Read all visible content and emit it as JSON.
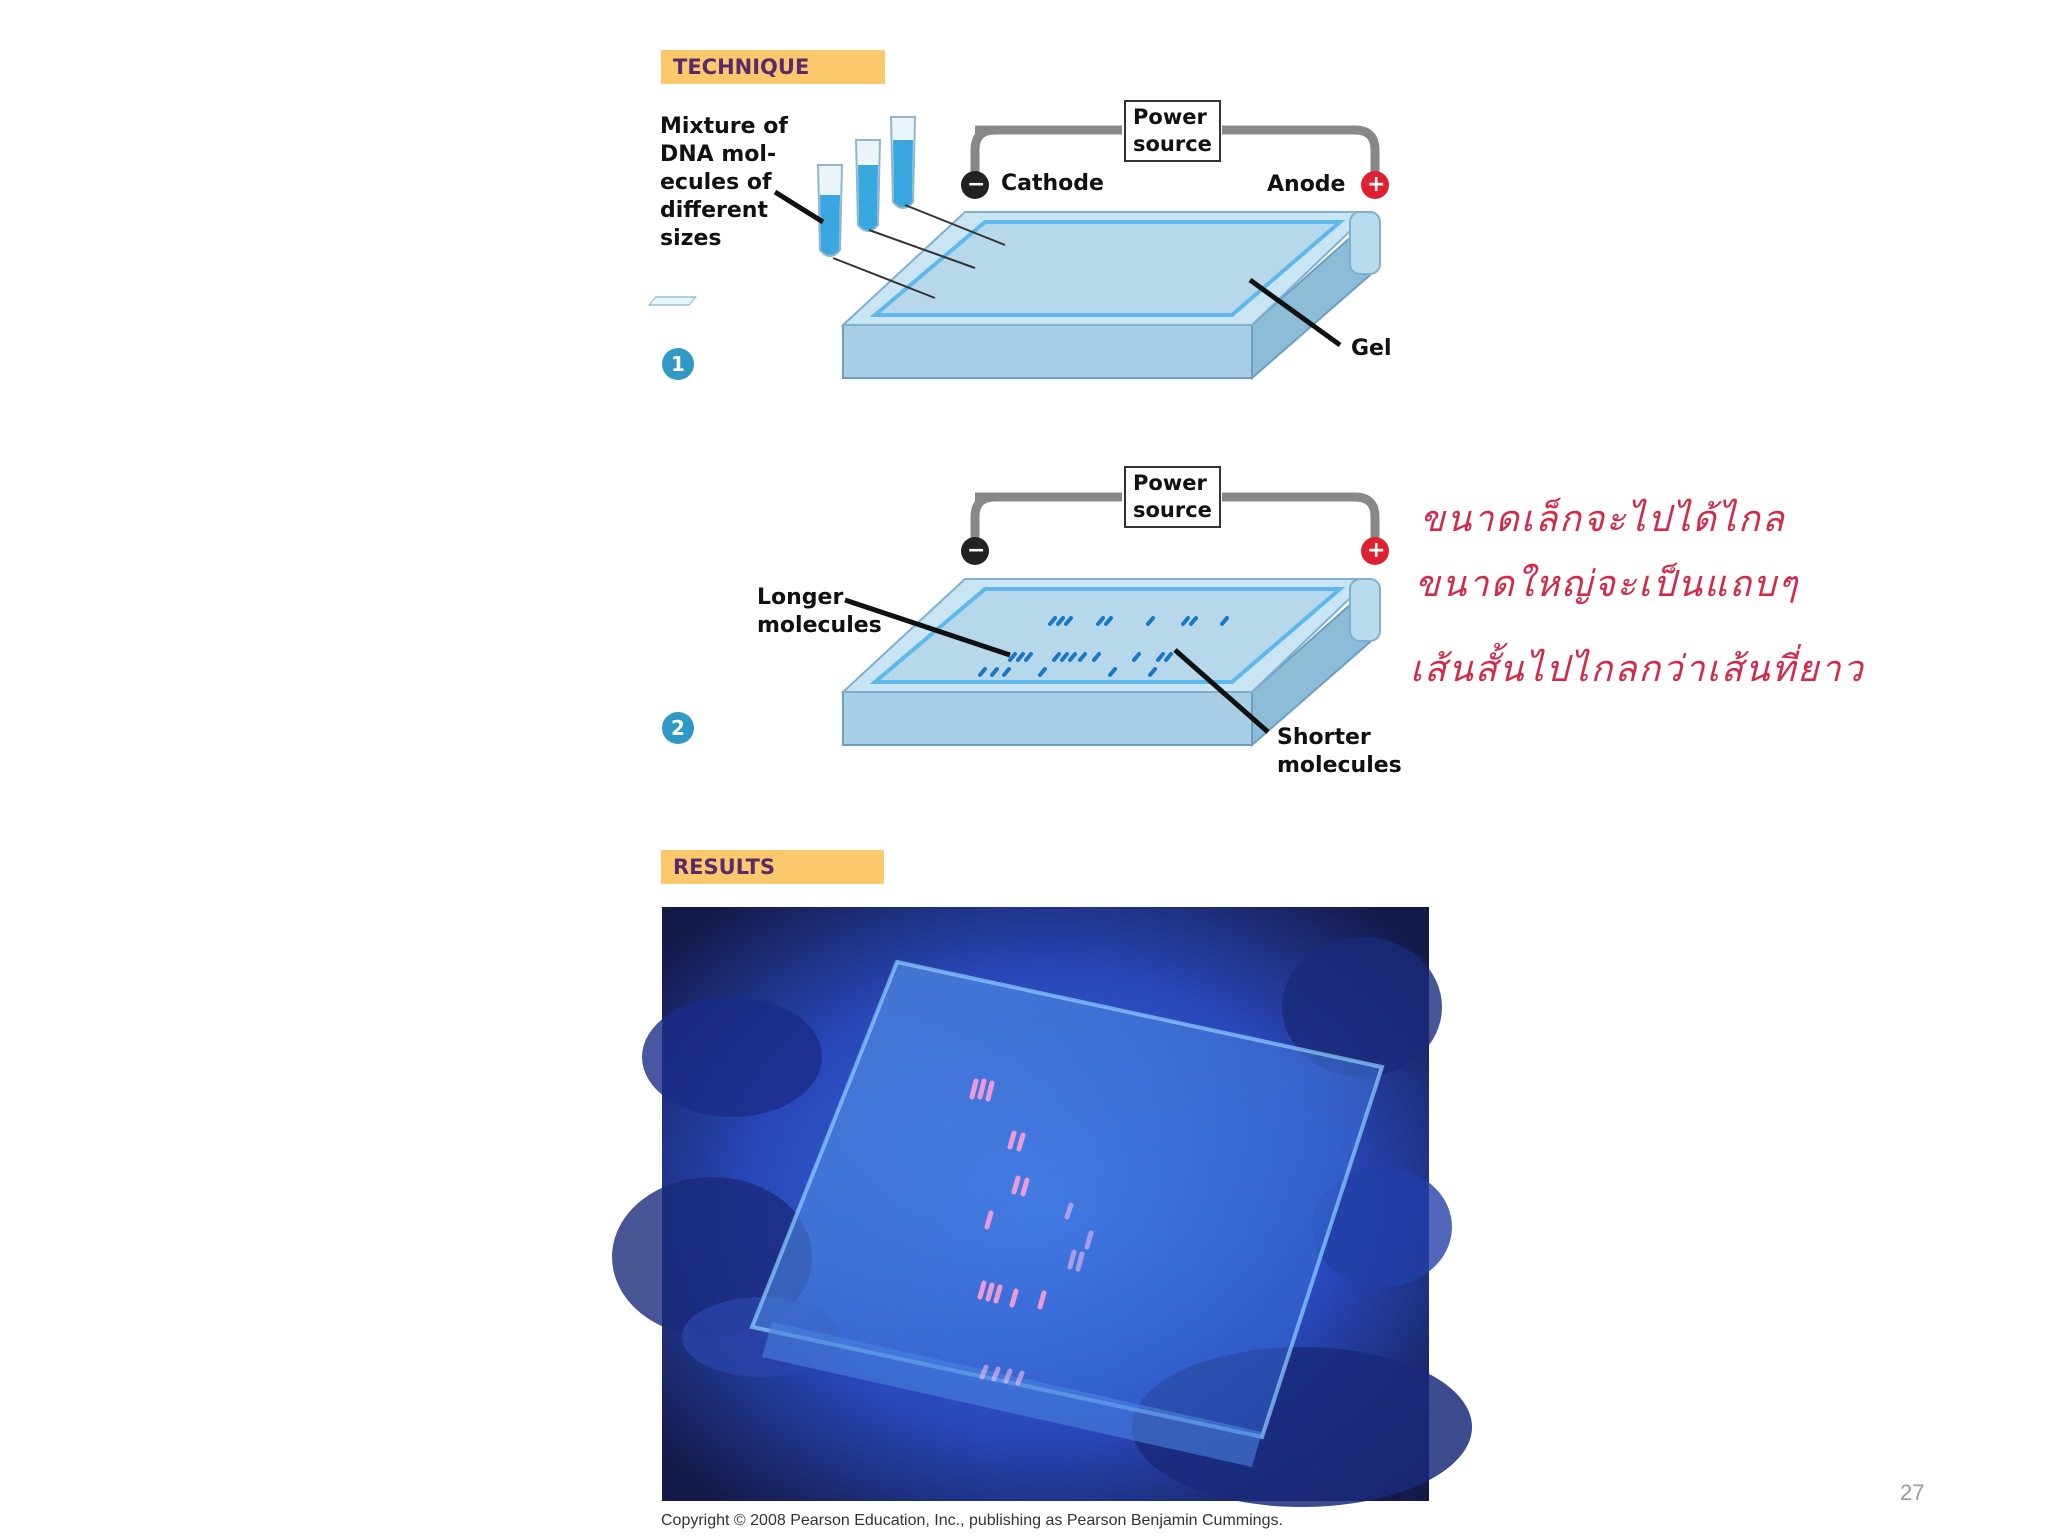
{
  "technique": {
    "banner": "TECHNIQUE"
  },
  "step1": {
    "number": "1",
    "mixture_label": "Mixture of\nDNA mol-\necules of\ndifferent\nsizes",
    "power_source": "Power\nsource",
    "cathode": "Cathode",
    "anode": "Anode",
    "gel": "Gel",
    "cathode_symbol": "−",
    "anode_symbol": "+"
  },
  "step2": {
    "number": "2",
    "power_source": "Power\nsource",
    "longer": "Longer\nmolecules",
    "shorter": "Shorter\nmolecules",
    "cathode_symbol": "−",
    "anode_symbol": "+"
  },
  "handwritten_note": [
    "ขนาดเล็กจะไปได้ไกล",
    "ขนาดใหญ่จะเป็นแถบๆ",
    "เส้นสั้นไปไกลกว่าเส้นที่ยาว"
  ],
  "results": {
    "banner": "RESULTS"
  },
  "copyright": "Copyright © 2008 Pearson Education, Inc., publishing as Pearson Benjamin Cummings.",
  "page_number": "27",
  "colors": {
    "banner_bg": "#fbc96b",
    "banner_text": "#5a2a6b",
    "step_circle": "#2e9ac5",
    "annotation": "#d42a4a",
    "anode": "#e02030",
    "cathode": "#222222",
    "gel_band": "#1a78c2"
  }
}
